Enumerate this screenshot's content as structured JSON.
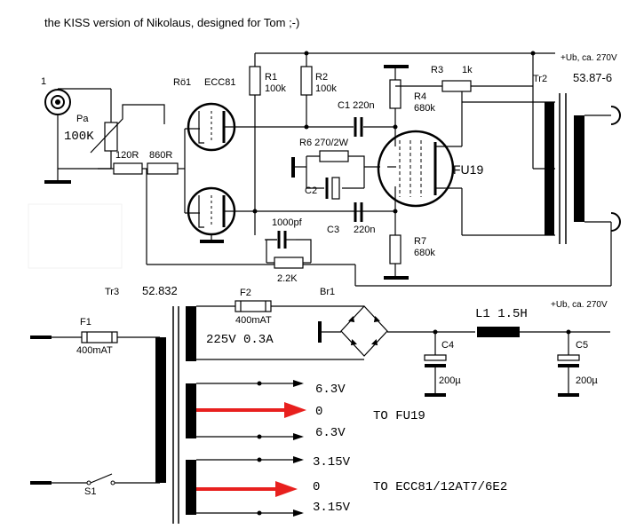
{
  "title": "the KISS version of Nikolaus, designed for Tom ;-)",
  "input": {
    "number": "1",
    "pot_name": "Pa",
    "pot_value": "100K"
  },
  "preamp": {
    "tube_ref": "Rö1",
    "tube_type": "ECC81"
  },
  "resistors": {
    "r_120": "120R",
    "r_860": "860R",
    "r1_name": "R1",
    "r1_value": "100k",
    "r2_name": "R2",
    "r2_value": "100k",
    "r3_name": "R3",
    "r3_value": "1k",
    "r4_name": "R4",
    "r4_value": "680k",
    "r6": "R6 270/2W",
    "r7_name": "R7",
    "r7_value": "680k",
    "r_fb": "2.2K"
  },
  "capacitors": {
    "c1": "C1 220n",
    "c2": "C2",
    "c3_name": "C3",
    "c3_value": "220n",
    "c_fb": "1000pf",
    "c4_name": "C4",
    "c4_value": "200µ",
    "c5_name": "C5",
    "c5_value": "200µ"
  },
  "output": {
    "tube_type": "FU19",
    "tr2_name": "Tr2",
    "tr2_type": "53.87-6",
    "supply_top": "+Ub, ca. 270V"
  },
  "power": {
    "tr3_name": "Tr3",
    "tr3_type": "52.832",
    "f1_name": "F1",
    "f1_value": "400mAT",
    "f2_name": "F2",
    "f2_value": "400mAT",
    "secondary_hv": "225V  0.3A",
    "br1": "Br1",
    "l1": "L1 1.5H",
    "supply_bottom": "+Ub, ca. 270V",
    "switch": "S1"
  },
  "heaters": {
    "w1_a": "6.3V",
    "w1_c": "0",
    "w1_b": "6.3V",
    "w1_target": "TO FU19",
    "w2_a": "3.15V",
    "w2_c": "0",
    "w2_b": "3.15V",
    "w2_target": "TO ECC81/12AT7/6E2"
  },
  "colors": {
    "arrow": "#e8201e",
    "wire": "#000000",
    "background": "#ffffff"
  }
}
